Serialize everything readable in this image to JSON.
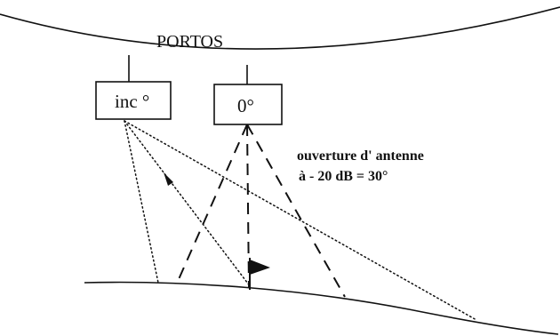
{
  "platform_label": "PORTOS",
  "antenna_left_label": "inc °",
  "antenna_right_label": "0°",
  "aperture_note_line1": "ouverture d' antenne",
  "aperture_note_line2": "à - 20 dB = 30°"
}
